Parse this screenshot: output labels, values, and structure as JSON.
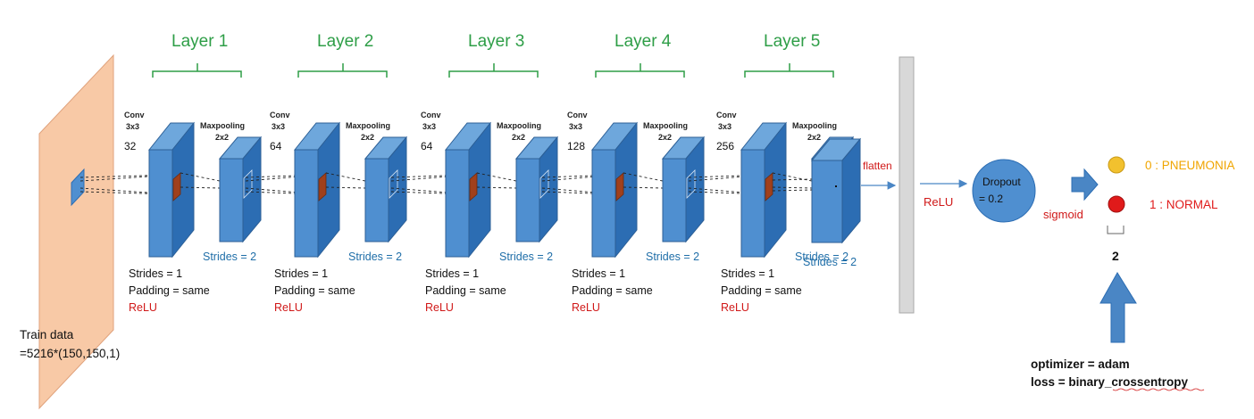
{
  "input": {
    "label_line1": "Train data",
    "label_line2": "=5216*(150,150,1)"
  },
  "layers": [
    {
      "title": "Layer 1",
      "conv": "Conv",
      "kernel": "3x3",
      "filters": "32",
      "pool": "Maxpooling",
      "pool_size": "2x2",
      "strides1": "Strides = 1",
      "padding": "Padding = same",
      "activation": "ReLU",
      "strides2": "Strides = 2"
    },
    {
      "title": "Layer 2",
      "conv": "Conv",
      "kernel": "3x3",
      "filters": "64",
      "pool": "Maxpooling",
      "pool_size": "2x2",
      "strides1": "Strides = 1",
      "padding": "Padding = same",
      "activation": "ReLU",
      "strides2": "Strides = 2"
    },
    {
      "title": "Layer 3",
      "conv": "Conv",
      "kernel": "3x3",
      "filters": "64",
      "pool": "Maxpooling",
      "pool_size": "2x2",
      "strides1": "Strides = 1",
      "padding": "Padding = same",
      "activation": "ReLU",
      "strides2": "Strides = 2"
    },
    {
      "title": "Layer 4",
      "conv": "Conv",
      "kernel": "3x3",
      "filters": "128",
      "pool": "Maxpooling",
      "pool_size": "2x2",
      "strides1": "Strides = 1",
      "padding": "Padding = same",
      "activation": "ReLU",
      "strides2": "Strides = 2"
    },
    {
      "title": "Layer 5",
      "conv": "Conv",
      "kernel": "3x3",
      "filters": "256",
      "pool": "Maxpooling",
      "pool_size": "2x2",
      "strides1": "Strides = 1",
      "padding": "Padding = same",
      "activation": "ReLU",
      "strides2": "Strides = 2"
    }
  ],
  "flatten_label": "flatten",
  "dense_activation": "ReLU",
  "dropout": {
    "line1": "Dropout",
    "line2": "= 0.2"
  },
  "output_activation": "sigmoid",
  "outputs": [
    {
      "label": "0 : PNEUMONIA",
      "color": "#f0a500"
    },
    {
      "label": "1 : NORMAL",
      "color": "#e01a1a"
    }
  ],
  "output_count": "2",
  "training": {
    "optimizer": "optimizer = adam",
    "loss": "loss = binary_crossentropy"
  },
  "colors": {
    "layer_title": "#2e9e47",
    "block_front": "#4f8fd0",
    "block_top": "#6ea7dc",
    "block_side": "#2c6db3",
    "input_plane": "#f8c9a6",
    "filter": "#a0401c",
    "arrow": "#4a86c5"
  }
}
